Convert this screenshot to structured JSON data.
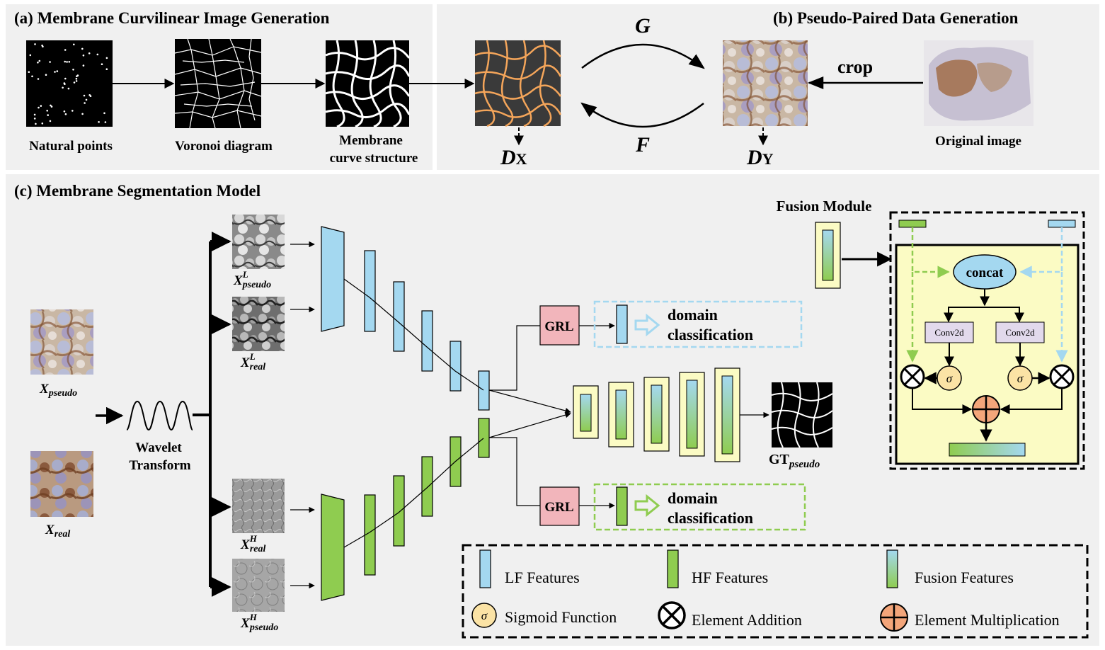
{
  "panel_a": {
    "title": "(a)  Membrane Curvilinear Image Generation",
    "natural_points": "Natural points",
    "voronoi": "Voronoi diagram",
    "membrane_l1": "Membrane",
    "membrane_l2": "curve structure"
  },
  "panel_b": {
    "title": "(b)  Pseudo-Paired Data Generation",
    "G": "G",
    "F": "F",
    "Dx_main": "D",
    "Dx_sub": "X",
    "Dy_main": "D",
    "Dy_sub": "Y",
    "crop": "crop",
    "original": "Original image"
  },
  "panel_c": {
    "title": "(c)  Membrane Segmentation Model",
    "x_pseudo_main": "X",
    "x_pseudo_sub": "pseudo",
    "x_real_main": "X",
    "x_real_sub": "real",
    "wavelet_l1": "Wavelet",
    "wavelet_l2": "Transform",
    "xl_pseudo_main": "X",
    "xl_pseudo_sup": "L",
    "xl_pseudo_sub": "pseudo",
    "xl_real_main": "X",
    "xl_real_sup": "L",
    "xl_real_sub": "real",
    "xh_real_main": "X",
    "xh_real_sup": "H",
    "xh_real_sub": "real",
    "xh_pseudo_main": "X",
    "xh_pseudo_sup": "H",
    "xh_pseudo_sub": "pseudo",
    "grl": "GRL",
    "domain_l1": "domain",
    "domain_l2": "classification",
    "gt_main": "GT",
    "gt_sub": "pseudo",
    "fusion_title": "Fusion Module",
    "concat": "concat",
    "conv2d": "Conv2d",
    "sigma": "σ"
  },
  "legend": {
    "lf": "LF Features",
    "hf": "HF Features",
    "fusion": "Fusion Features",
    "sigmoid": "Sigmoid Function",
    "add": "Element Addition",
    "mult": "Element Multiplication"
  },
  "colors": {
    "lf_blue": "#a4d8f0",
    "hf_green": "#8fcc50",
    "fusion_yellow": "#fbfbc4",
    "grl_pink": "#f2b5bb",
    "sigma_orange": "#fbe3a5",
    "mult_orange": "#f3a57a",
    "concat_blue": "#a4d8f0",
    "conv_purple": "#e2d9ec",
    "cmap_orange": "#f4a55a",
    "dash_blue": "#a4d8f0",
    "dash_green": "#8fcc50"
  }
}
